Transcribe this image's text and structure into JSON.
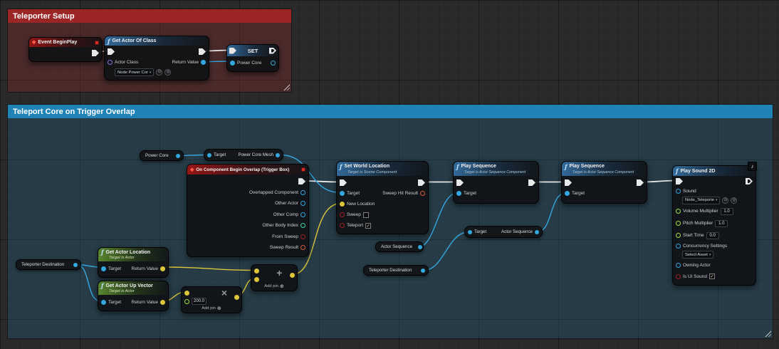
{
  "icons": {
    "function": "ƒ",
    "event": "◆",
    "dropdown_arrow": "▾",
    "add_pin": "⊕",
    "check": "✓",
    "speaker": "♪",
    "use_asset": "⊙",
    "browse_asset": "◎"
  },
  "comments": {
    "setup": {
      "title": "Teleporter Setup"
    },
    "main": {
      "title": "Teleport Core on Trigger Overlap"
    }
  },
  "nodes": {
    "begin_play": {
      "title": "Event BeginPlay"
    },
    "get_actor_of_class": {
      "title": "Get Actor Of Class",
      "pin_actor_class": "Actor Class",
      "pin_return_value": "Return Value",
      "class_value": "Node Power Cor"
    },
    "set_power_core": {
      "title": "SET",
      "pin_var": "Power Core"
    },
    "power_core_get": {
      "label": "Power Core"
    },
    "power_core_mesh": {
      "pin_target": "Target",
      "pin_out": "Power Core Mesh"
    },
    "begin_overlap": {
      "title": "On Component Begin Overlap (Trigger Box)",
      "pins": [
        "Overlapped Component",
        "Other Actor",
        "Other Comp",
        "Other Body Index",
        "From Sweep",
        "Sweep Result"
      ]
    },
    "set_world_location": {
      "title": "Set World Location",
      "subtitle": "Target is Scene Component",
      "pin_target": "Target",
      "pin_new_location": "New Location",
      "pin_sweep": "Sweep",
      "pin_teleport": "Teleport",
      "pin_sweep_hit_result": "Sweep Hit Result"
    },
    "play_sequence_1": {
      "title": "Play Sequence",
      "subtitle": "Target is Actor Sequence Component",
      "pin_target": "Target"
    },
    "play_sequence_2": {
      "title": "Play Sequence",
      "subtitle": "Target is Actor Sequence Component",
      "pin_target": "Target"
    },
    "play_sound_2d": {
      "title": "Play Sound 2D",
      "pin_sound": "Sound",
      "sound_value": "Node_Teleporte",
      "pin_volume": "Volume Multiplier",
      "volume_value": "1.0",
      "pin_pitch": "Pitch Multiplier",
      "pitch_value": "1.0",
      "pin_start_time": "Start Time",
      "start_time_value": "0.0",
      "pin_concurrency": "Concurrency Settings",
      "concurrency_value": "Select Asset",
      "pin_owning_actor": "Owning Actor",
      "pin_is_ui_sound": "Is UI Sound"
    },
    "get_actor_location": {
      "title": "Get Actor Location",
      "subtitle": "Target is Actor",
      "pin_target": "Target",
      "pin_return_value": "Return Value"
    },
    "get_actor_up_vector": {
      "title": "Get Actor Up Vector",
      "subtitle": "Target is Actor",
      "pin_target": "Target",
      "pin_return_value": "Return Value"
    },
    "teleporter_destination_1": {
      "label": "Teleporter Destination"
    },
    "teleporter_destination_2": {
      "label": "Teleporter Destination"
    },
    "actor_sequence_get": {
      "label": "Actor Sequence"
    },
    "get_actor_sequence": {
      "pin_target": "Target",
      "pin_out": "Actor Sequence"
    },
    "multiply": {
      "symbol": "×",
      "value": "200.0",
      "add_pin_label": "Add pin"
    },
    "add": {
      "symbol": "+",
      "add_pin_label": "Add pin"
    }
  },
  "colors": {
    "exec": "#e8e8e8",
    "object": "#35a7e0",
    "vector": "#dcc63a",
    "bool": "#a41e1e",
    "float": "#9fe04a",
    "int": "#33d9a6",
    "struct_hit": "#d85c3c",
    "class": "#8a6fd8"
  }
}
